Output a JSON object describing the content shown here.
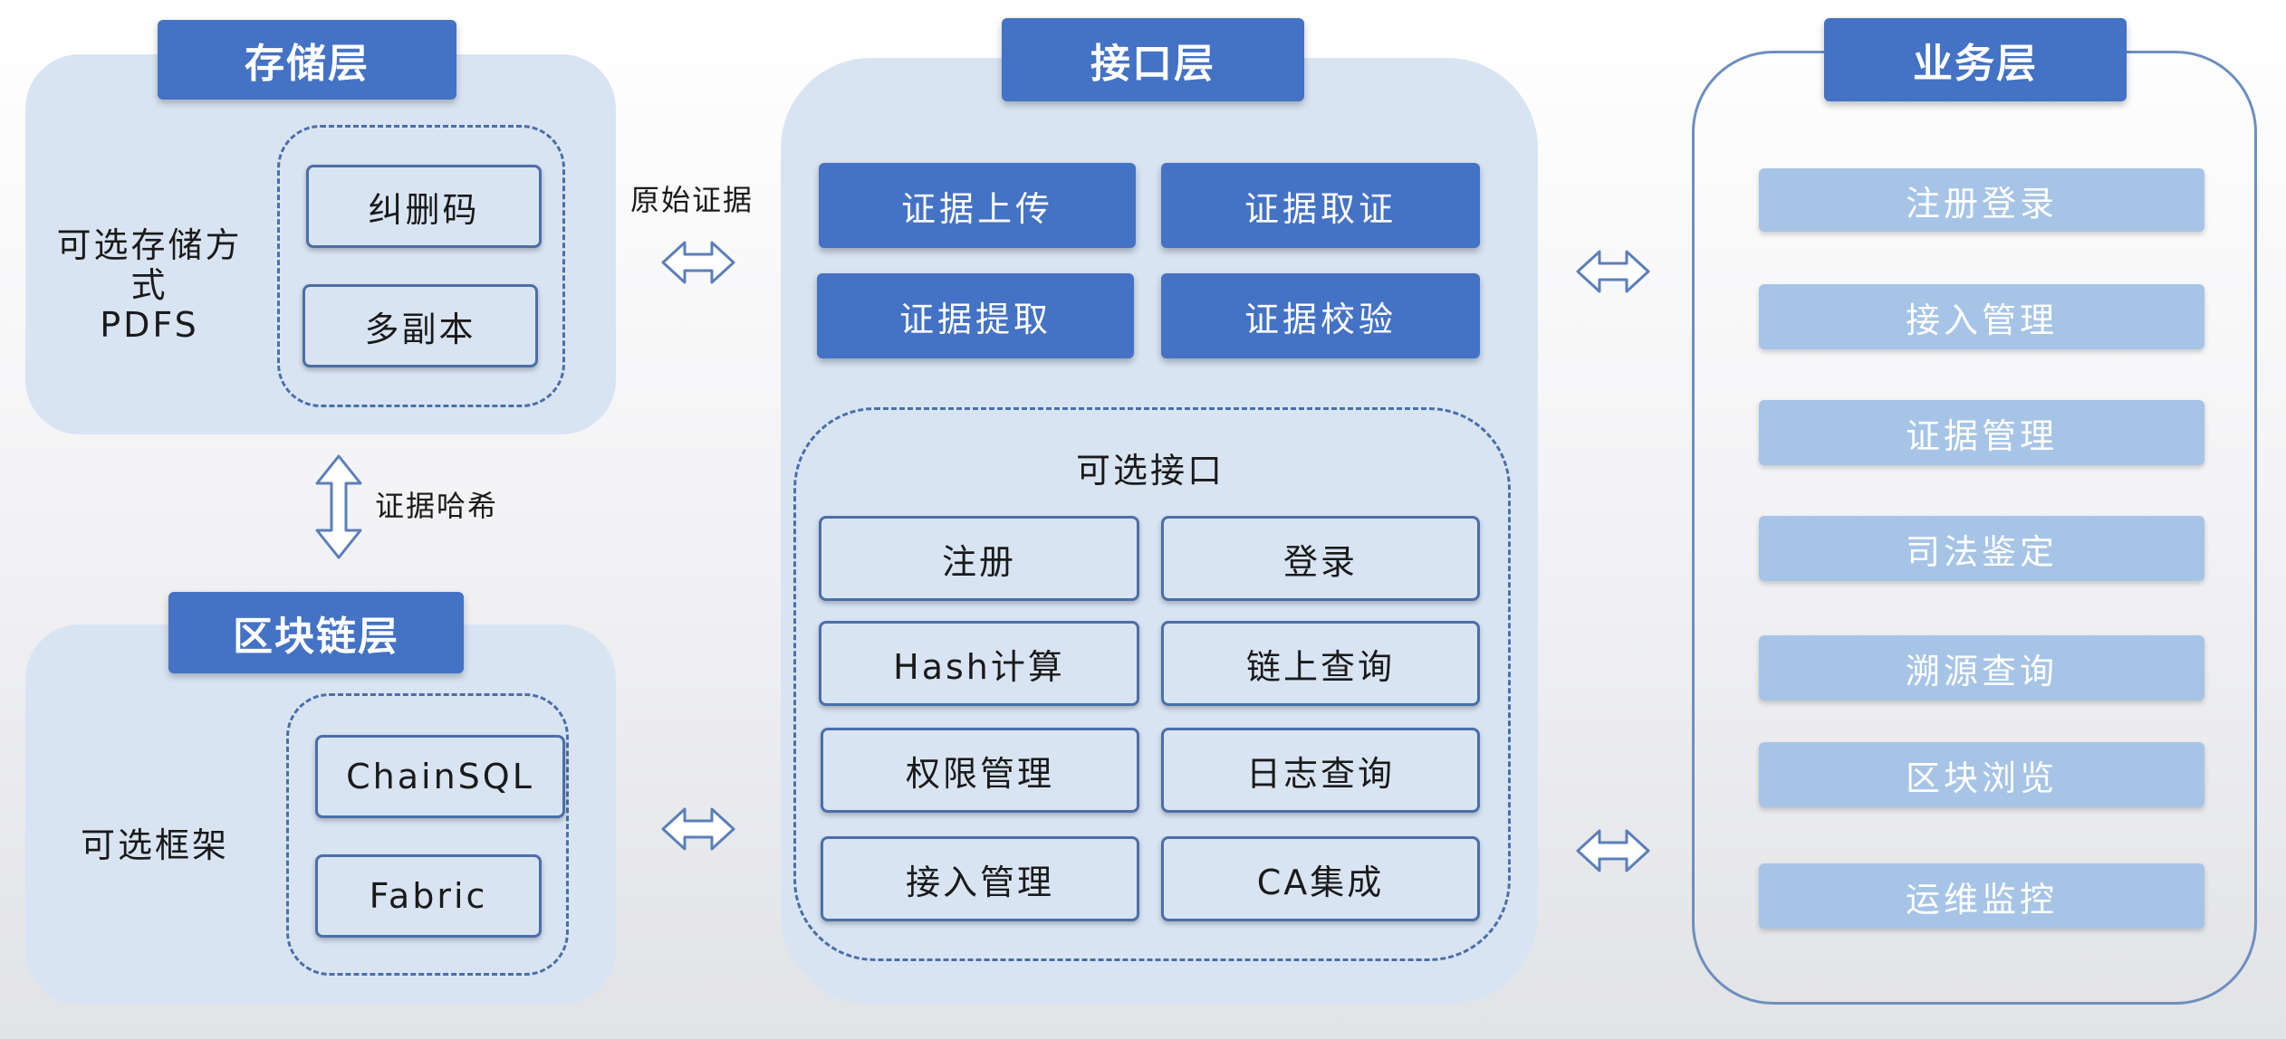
{
  "storage": {
    "title": "存储层",
    "option_label_lines": [
      "可选存储方",
      "式",
      "PDFS"
    ],
    "items": [
      "纠删码",
      "多副本"
    ]
  },
  "blockchain": {
    "title": "区块链层",
    "option_label": "可选框架",
    "items": [
      "ChainSQL",
      "Fabric"
    ]
  },
  "connectors": {
    "raw_evidence": "原始证据",
    "evidence_hash": "证据哈希"
  },
  "interface": {
    "title": "接口层",
    "main_buttons": [
      "证据上传",
      "证据取证",
      "证据提取",
      "证据校验"
    ],
    "optional_title": "可选接口",
    "optional_items": [
      "注册",
      "登录",
      "Hash计算",
      "链上查询",
      "权限管理",
      "日志查询",
      "接入管理",
      "CA集成"
    ]
  },
  "business": {
    "title": "业务层",
    "items": [
      "注册登录",
      "接入管理",
      "证据管理",
      "司法鉴定",
      "溯源查询",
      "区块浏览",
      "运维监控"
    ]
  },
  "colors": {
    "header_blue": "#4472c4",
    "panel_fill": "#d9e4f3",
    "business_item": "#a6c4e6",
    "outline": "#4a6fa8"
  },
  "icons": {
    "horizontal_arrow": "double-arrow-horizontal-icon",
    "vertical_arrow": "double-arrow-vertical-icon"
  }
}
